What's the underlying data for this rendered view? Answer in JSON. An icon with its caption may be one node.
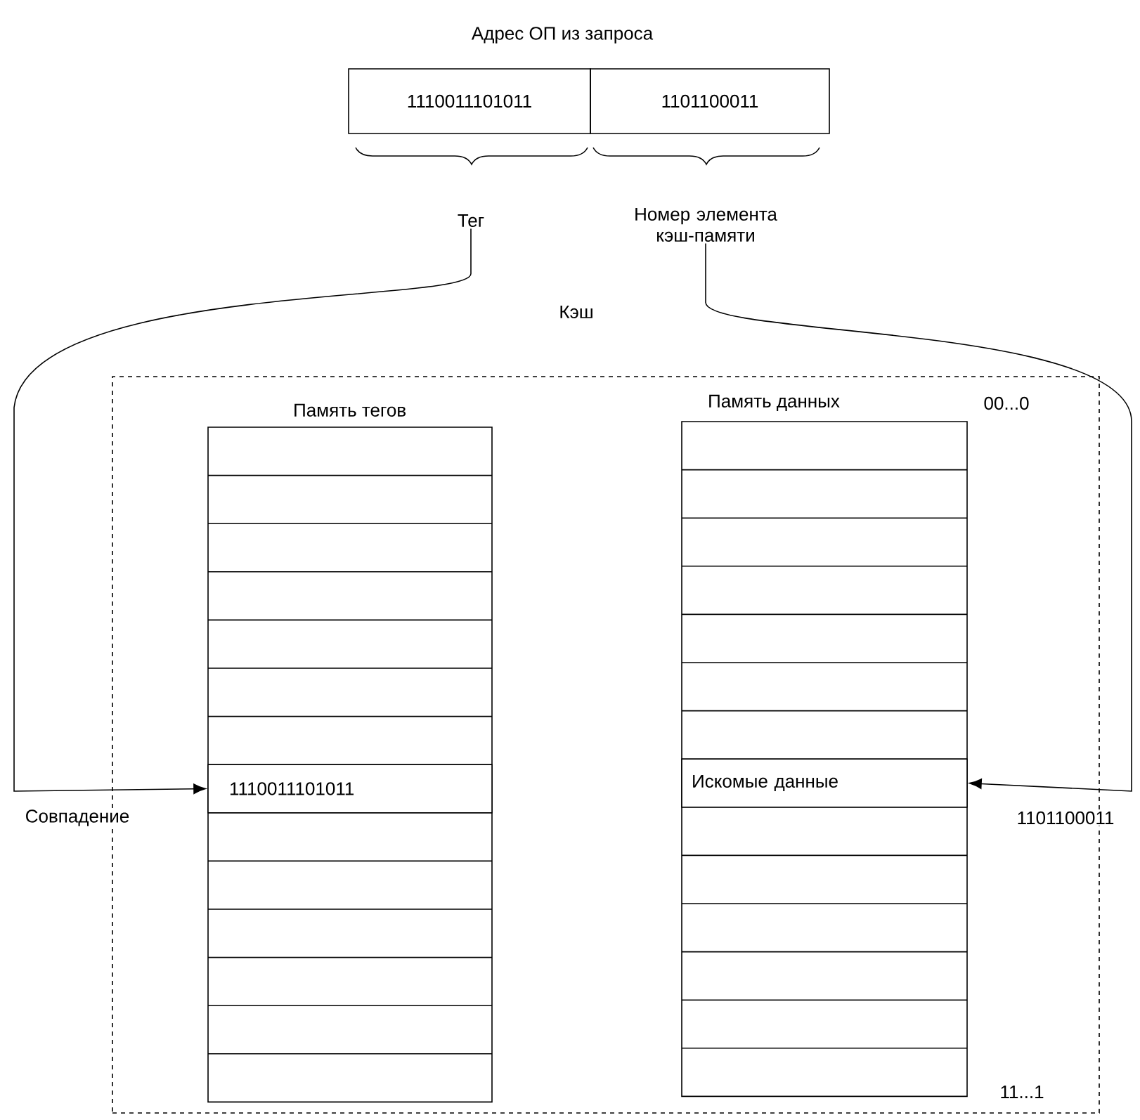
{
  "diagram": {
    "nodes": [
      {
        "text": [
          "1110011101011"
        ]
      },
      {
        "text": [
          "1101100011"
        ]
      },
      {
        "text": [
          "Тег"
        ]
      },
      {
        "text": [
          "Номер элемента кэш-памяти"
        ]
      },
      {
        "text": [
          "Кэш"
        ]
      },
      {
        "text": [
          "Память тегов"
        ],
        "in": 4
      },
      {
        "text": [
          "1110011101011"
        ],
        "in": 5
      },
      {
        "text": [
          "Память данных"
        ],
        "in": 4
      },
      {
        "text": [
          "Искомые данные"
        ],
        "in": 7
      }
    ],
    "edges": [
      {
        "from": 2,
        "to": 6,
        "arrow": "to",
        "label": "Совпадение"
      },
      {
        "from": 3,
        "to": 8,
        "arrow": "to",
        "label": "1101100011"
      }
    ],
    "labels": [
      "Адрес ОП из запроса",
      "00...0",
      "11...1"
    ]
  }
}
